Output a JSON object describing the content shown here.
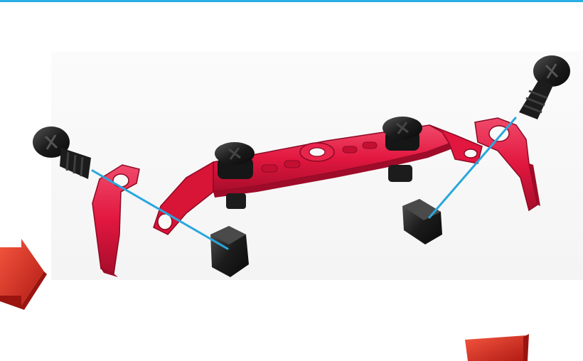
{
  "figure": {
    "kind": "exploded-assembly-view",
    "colors": {
      "rule": "#29aee3",
      "part": "#e2173f",
      "part_dark": "#b0102f",
      "part_light": "#f25577",
      "fastener": "#1c1c1c",
      "fastener_light": "#4a4a4a",
      "guide_line": "#2aa7dd",
      "arrow": "#e1261c",
      "arrow_dark": "#b11a14"
    },
    "parts": [
      {
        "name": "long-bracket"
      },
      {
        "name": "left-angle-bracket"
      },
      {
        "name": "right-angle-bracket"
      },
      {
        "name": "screw-left"
      },
      {
        "name": "screw-right"
      },
      {
        "name": "nut-left"
      },
      {
        "name": "nut-right"
      }
    ]
  }
}
